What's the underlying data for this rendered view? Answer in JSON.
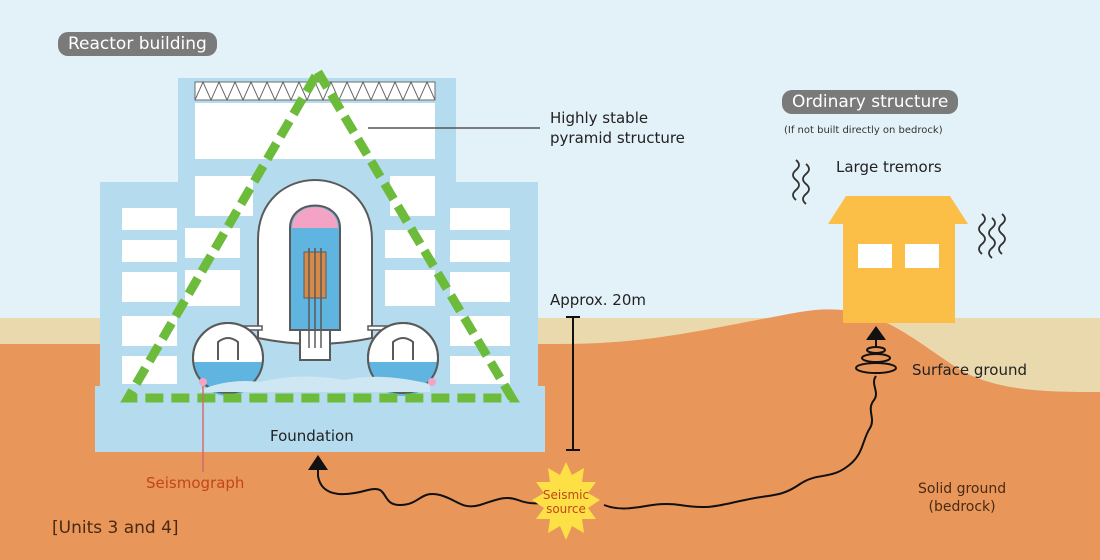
{
  "labels": {
    "reactor_building": "Reactor building",
    "highly_stable_line1": "Highly stable",
    "highly_stable_line2": "pyramid structure",
    "approx_height": "Approx. 20m",
    "foundation": "Foundation",
    "seismograph": "Seismograph",
    "units": "[Units 3 and 4]",
    "ordinary_structure": "Ordinary structure",
    "if_not_built": "(If not built directly on bedrock)",
    "large_tremors": "Large tremors",
    "surface_ground": "Surface ground",
    "solid_ground_line1": "Solid ground",
    "solid_ground_line2": "(bedrock)",
    "seismic_source_line1": "Seismic",
    "seismic_source_line2": "source"
  },
  "colors": {
    "sky": "#e3f1f9",
    "surface_ground": "#ead9ad",
    "bedrock": "#e8965a",
    "building": "#b5dcee",
    "pyramid": "#6dbb3a",
    "house": "#fbbf47",
    "label_pill": "#7a7a7a",
    "seismic_burst": "#fde046",
    "accent_text": "#c2461b"
  }
}
